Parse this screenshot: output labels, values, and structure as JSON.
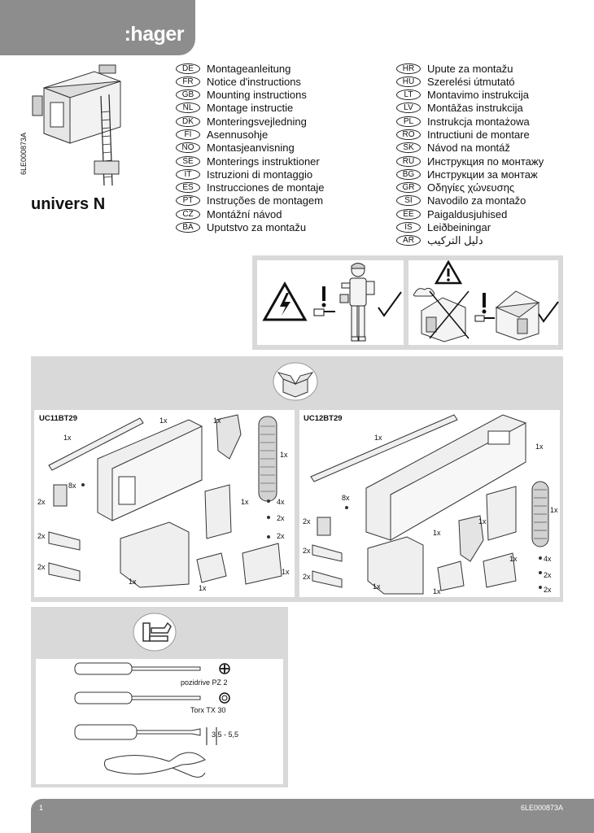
{
  "brand": {
    "logo": ":hager"
  },
  "document_code": "6LE000873A",
  "product_title": "univers N",
  "languages_left": [
    {
      "code": "DE",
      "text": "Montageanleitung"
    },
    {
      "code": "FR",
      "text": "Notice d'instructions"
    },
    {
      "code": "GB",
      "text": "Mounting instructions"
    },
    {
      "code": "NL",
      "text": "Montage instructie"
    },
    {
      "code": "DK",
      "text": "Monteringsvejledning"
    },
    {
      "code": "FI",
      "text": "Asennusohje"
    },
    {
      "code": "NO",
      "text": "Montasjeanvisning"
    },
    {
      "code": "SE",
      "text": "Monterings instruktioner"
    },
    {
      "code": "IT",
      "text": "Istruzioni di montaggio"
    },
    {
      "code": "ES",
      "text": "Instrucciones de montaje"
    },
    {
      "code": "PT",
      "text": "Instruções de montagem"
    },
    {
      "code": "CZ",
      "text": "Montážní návod"
    },
    {
      "code": "BA",
      "text": "Uputstvo za montažu"
    }
  ],
  "languages_right": [
    {
      "code": "HR",
      "text": "Upute za montažu"
    },
    {
      "code": "HU",
      "text": "Szerelési útmutató"
    },
    {
      "code": "LT",
      "text": "Montavimo instrukcija"
    },
    {
      "code": "LV",
      "text": "Montāžas instrukcija"
    },
    {
      "code": "PL",
      "text": "Instrukcja montażowa"
    },
    {
      "code": "RO",
      "text": "Intructiuni de montare"
    },
    {
      "code": "SK",
      "text": "Návod na montáž"
    },
    {
      "code": "RU",
      "text": "Инструкция по монтажу"
    },
    {
      "code": "BG",
      "text": "Инструкции за монтаж"
    },
    {
      "code": "GR",
      "text": "Οδηγίες χώνευσης"
    },
    {
      "code": "SI",
      "text": "Navodilo za montažo"
    },
    {
      "code": "EE",
      "text": "Paigaldusjuhised"
    },
    {
      "code": "IS",
      "text": "Leiðbeiningar"
    },
    {
      "code": "AR",
      "text": "دليل التركيب"
    }
  ],
  "kits": {
    "left_label": "UC11BT29",
    "right_label": "UC12BT29",
    "left_qty": [
      "1x",
      "1x",
      "1x",
      "1x",
      "8x",
      "2x",
      "2x",
      "2x",
      "4x",
      "2x",
      "2x",
      "1x",
      "1x",
      "1x",
      "1x"
    ],
    "right_qty": [
      "1x",
      "1x",
      "1x",
      "8x",
      "2x",
      "2x",
      "2x",
      "1x",
      "1x",
      "1x",
      "4x",
      "2x",
      "2x",
      "1x",
      "1x"
    ]
  },
  "tools": {
    "pozidrive": "pozidrive PZ 2",
    "torx": "Torx  TX 30",
    "flat": "3,5 - 5,5"
  },
  "footer": {
    "page_number": "1",
    "code": "6LE000873A"
  }
}
